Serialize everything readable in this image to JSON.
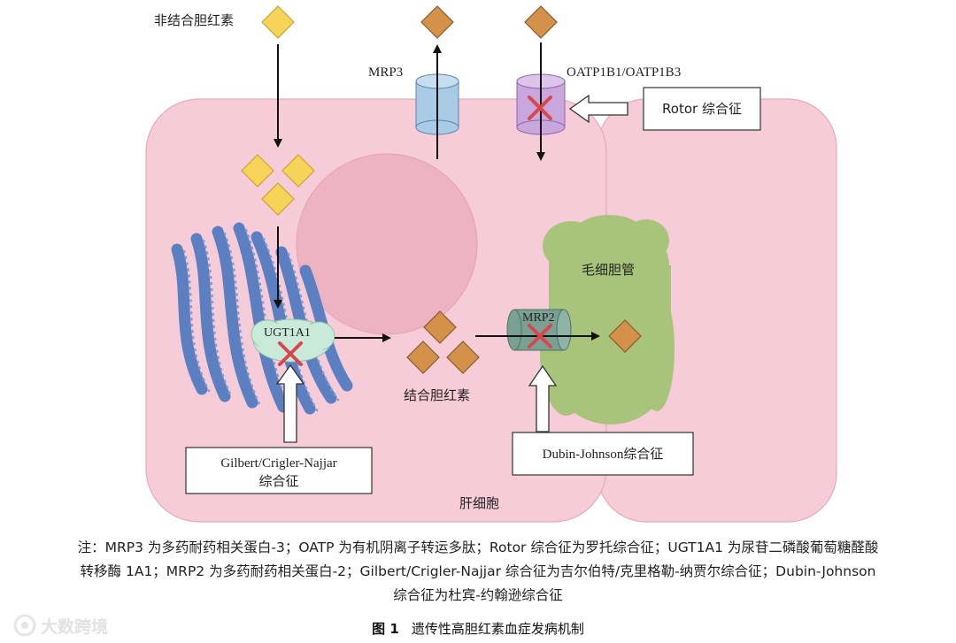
{
  "labels": {
    "unconjugated_bilirubin": "非结合胆红素",
    "conjugated_bilirubin": "结合胆红素",
    "mrp3": "MRP3",
    "oatp": "OATP1B1/OATP1B3",
    "ugt": "UGT1A1",
    "mrp2": "MRP2",
    "canaliculus": "毛细胆管",
    "hepatocyte": "肝细胞"
  },
  "boxes": {
    "rotor": "Rotor 综合征",
    "gilbert_line1": "Gilbert/Crigler-Najjar",
    "gilbert_line2": "综合征",
    "dubin": "Dubin-Johnson综合征"
  },
  "note": {
    "line1": "注：MRP3 为多药耐药相关蛋白-3；OATP 为有机阴离子转运多肽；Rotor 综合征为罗托综合征；UGT1A1 为尿苷二磷酸葡萄糖醛酸",
    "line2": "转移酶 1A1；MRP2 为多药耐药相关蛋白-2；Gilbert/Crigler-Najjar 综合征为吉尔伯特/克里格勒-纳贾尔综合征；Dubin-Johnson",
    "line3": "综合征为杜宾-约翰逊综合征"
  },
  "caption": {
    "number": "图 1",
    "title": "遗传性高胆红素血症发病机制"
  },
  "watermark": "大数跨境",
  "colors": {
    "cell": "#f7ccd9",
    "nucleus": "#eeb3c3",
    "er": "#5b7fc0",
    "diamond_yellow": "#f6d45a",
    "diamond_orange": "#d4914a",
    "canaliculus": "#a8c47a",
    "mrp3": "#aacbe6",
    "oatp": "#c9a7dd",
    "mrp2": "#7aa093",
    "ugt": "#c9ead9",
    "cross": "#d8464e"
  }
}
